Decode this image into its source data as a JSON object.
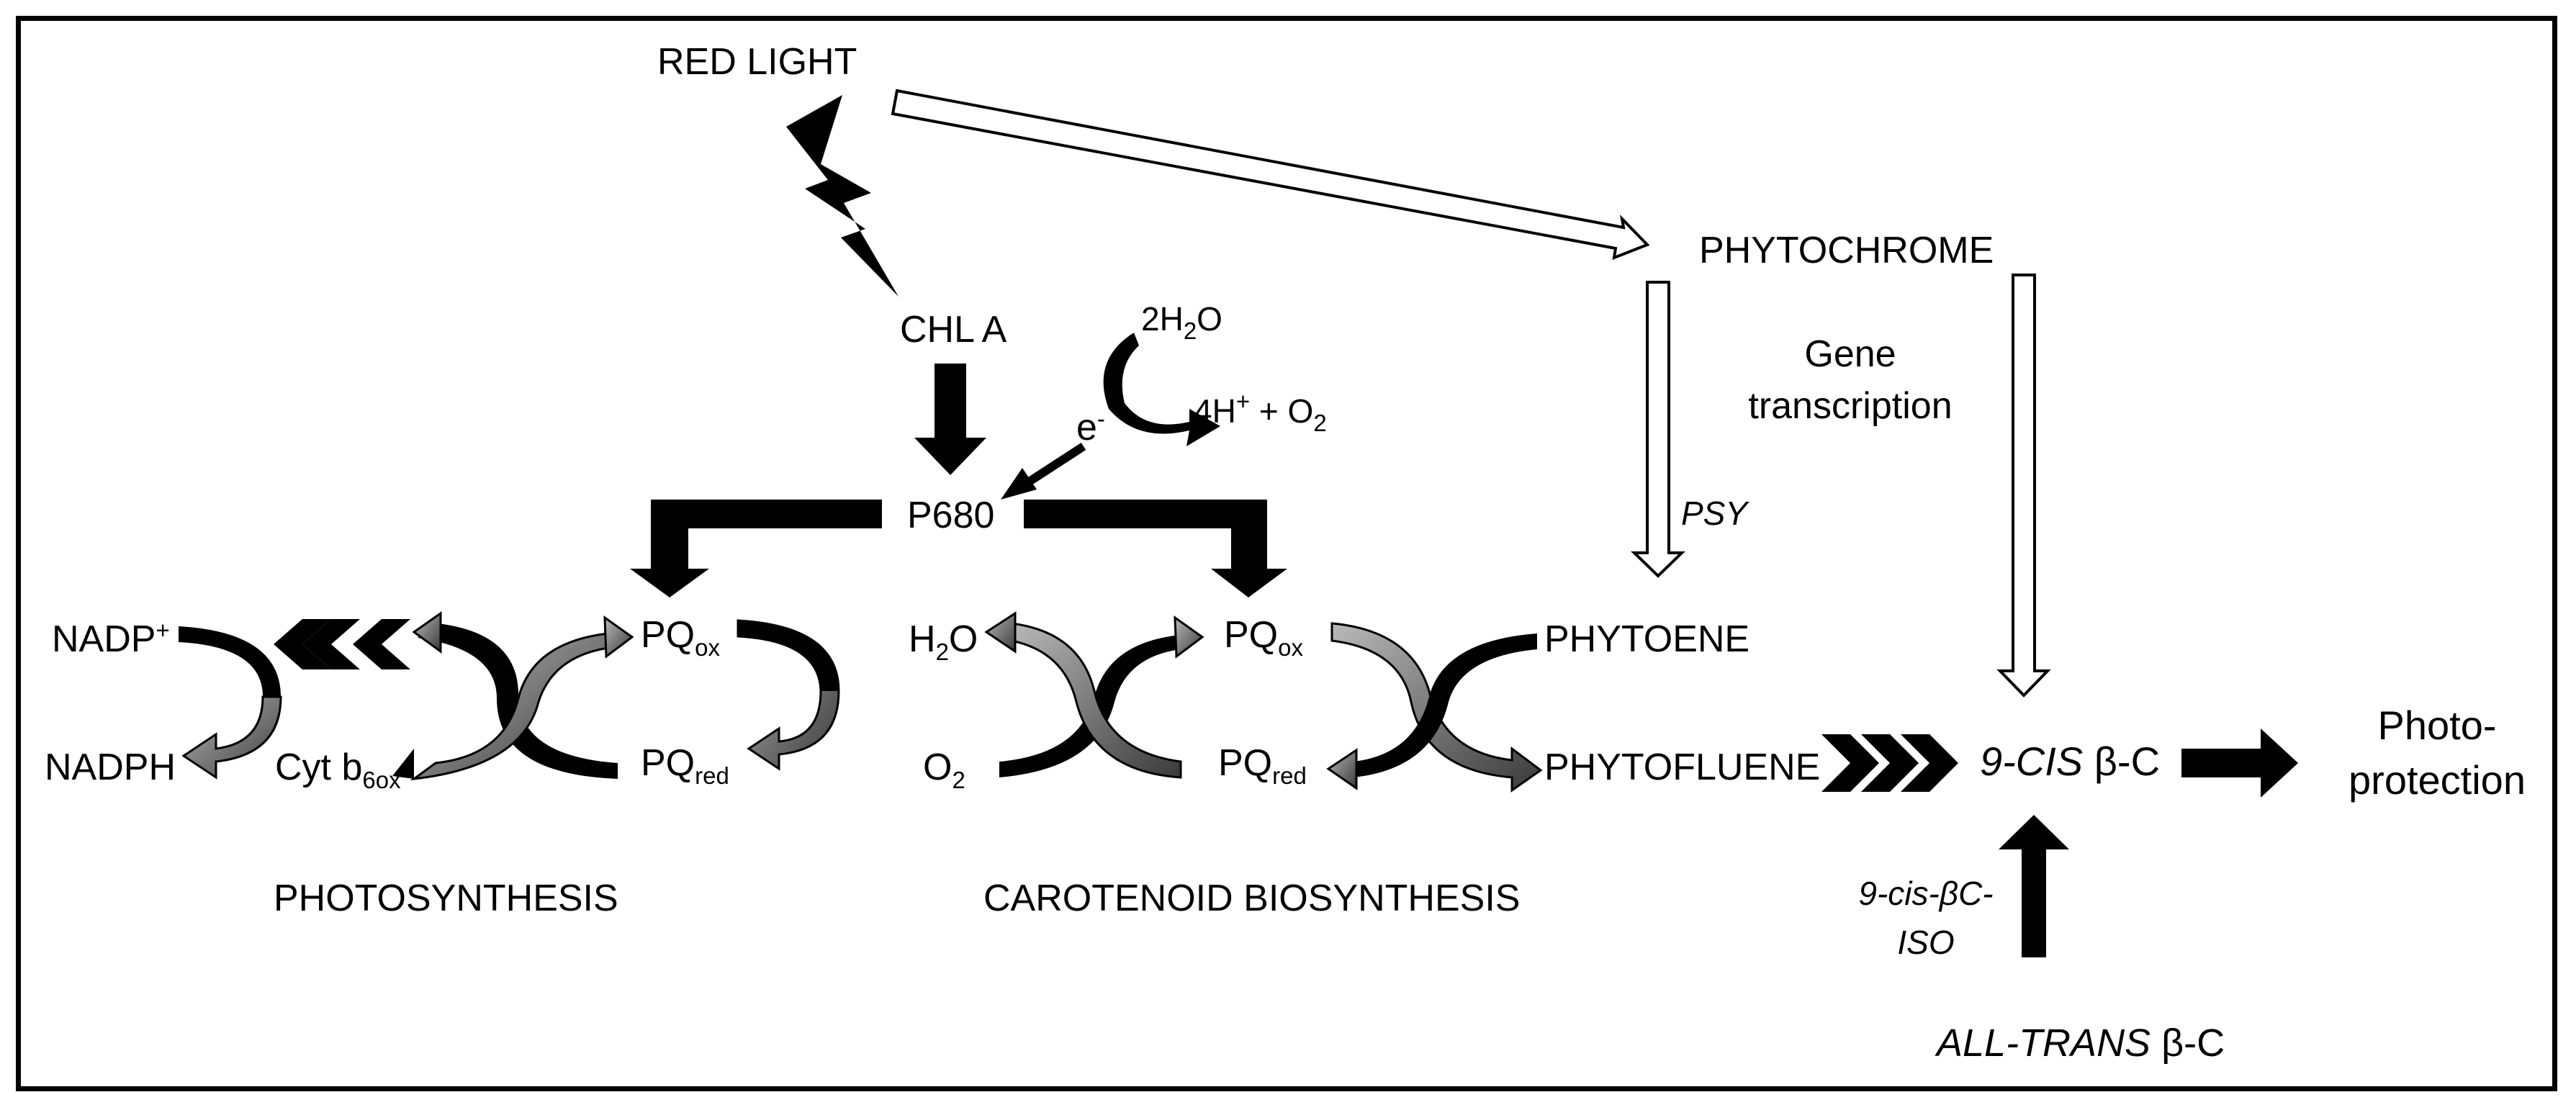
{
  "labels": {
    "red_light": "RED LIGHT",
    "phytochrome": "PHYTOCHROME",
    "chl_a": "CHL A",
    "water_in": "2H",
    "water_in_sub": "2",
    "water_in_tail": "O",
    "protons_out_a": "4H",
    "protons_out_sup": "+",
    "protons_out_b": " + O",
    "protons_out_sub": "2",
    "electron": "e",
    "electron_sup": "-",
    "gene_transcription_1": "Gene",
    "gene_transcription_2": "transcription",
    "psy": "PSY",
    "p680": "P680",
    "nadp_plus": "NADP",
    "nadp_plus_sup": "+",
    "nadph": "NADPH",
    "cyt_b6": "Cyt b",
    "cyt_b6_sub": "6ox",
    "pq_ox_left": "PQ",
    "pq_ox_left_sub": "ox",
    "pq_red_left": "PQ",
    "pq_red_left_sub": "red",
    "h2o_a": "H",
    "h2o_sub": "2",
    "h2o_b": "O",
    "o2_a": "O",
    "o2_sub": "2",
    "pq_ox_right": "PQ",
    "pq_ox_right_sub": "ox",
    "pq_red_right": "PQ",
    "pq_red_right_sub": "red",
    "phytoene": "PHYTOENE",
    "phytofluene": "PHYTOFLUENE",
    "nine_cis_a": "9-CIS",
    "nine_cis_b": " β-C",
    "photo_1": "Photo-",
    "photo_2": "protection",
    "photosynthesis": "PHOTOSYNTHESIS",
    "carotenoid_biosynthesis": "CAROTENOID BIOSYNTHESIS",
    "iso_1": "9-cis-βC-",
    "iso_2": "ISO",
    "all_trans_a": "ALL-TRANS",
    "all_trans_b": " β-C"
  }
}
